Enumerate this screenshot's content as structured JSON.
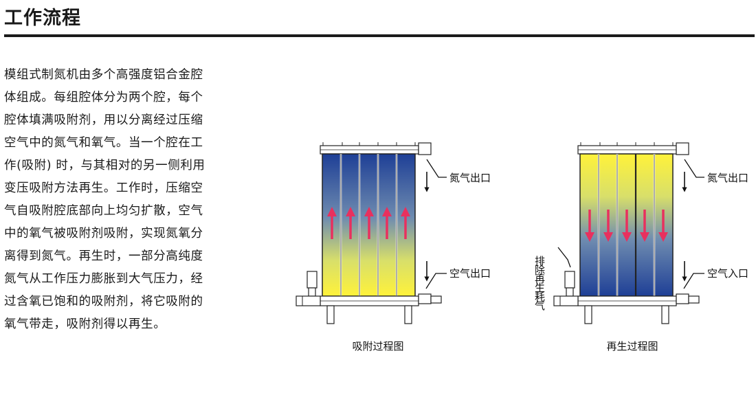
{
  "title": "工作流程",
  "description_lines": [
    "模组式制氮机由多个高强度铝合金腔",
    "体组成。每组腔体分为两个腔，每个",
    "腔体填满吸附剂，用以分离经过压缩",
    "空气中的氮气和氧气。当一个腔在工",
    "作(吸附) 时，与其相对的另一侧利用",
    "变压吸附方法再生。工作时，压缩空",
    "气自吸附腔底部向上均匀扩散，空气",
    "中的氧气被吸附剂吸附，实现氮氧分",
    "离得到氮气。再生时，一部分高纯度",
    "氮气从工作压力膨胀到大气压力，经",
    "过含氧已饱和的吸附剂，将它吸附的",
    "氧气带走，吸附剂得以再生。"
  ],
  "adsorption": {
    "nitrogen_out": "氮气出口",
    "air_out": "空气出口",
    "caption": "吸附过程图",
    "flow_direction": "up",
    "colors": {
      "top": "#1e3f96",
      "bottom": "#fff23a",
      "arrow": "#e8305e"
    }
  },
  "regeneration": {
    "nitrogen_out": "氮气出口",
    "air_in": "空气入口",
    "purge": "排除再生耗气",
    "caption": "再生过程图",
    "flow_direction": "down",
    "colors": {
      "top": "#fff23a",
      "bottom": "#1e3f96",
      "arrow": "#e8305e"
    }
  }
}
